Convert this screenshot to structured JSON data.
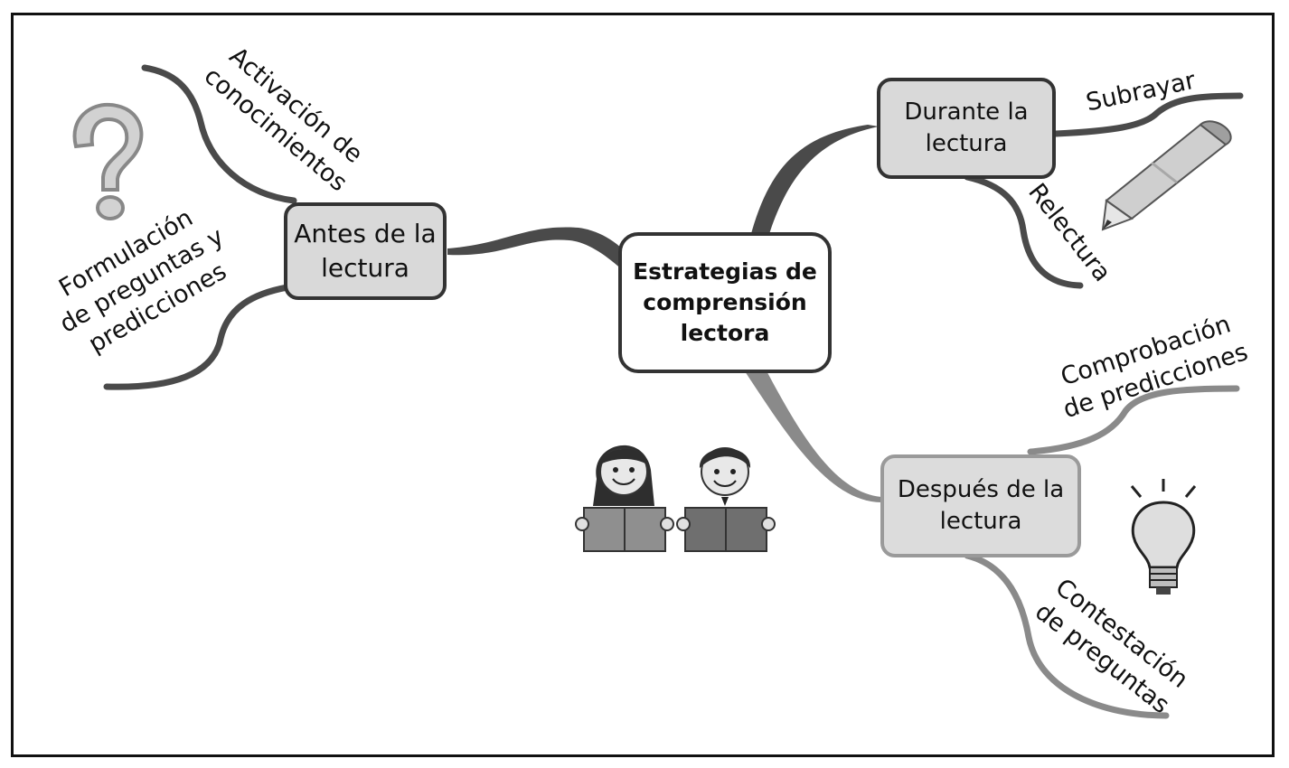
{
  "diagram": {
    "center": {
      "lines": [
        "Estrategias de",
        "comprensión",
        "lectora"
      ]
    },
    "branches": {
      "antes": {
        "title": [
          "Antes de la",
          "lectura"
        ],
        "leaves": {
          "activacion": [
            "Activación de",
            "conocimientos"
          ],
          "formulacion": [
            "Formulación",
            "de preguntas y",
            "predicciones"
          ]
        }
      },
      "durante": {
        "title": [
          "Durante la",
          "lectura"
        ],
        "leaves": {
          "subrayar": "Subrayar",
          "relectura": "Relectura"
        }
      },
      "despues": {
        "title": [
          "Después de la",
          "lectura"
        ],
        "leaves": {
          "comprobacion": [
            "Comprobación",
            "de predicciones"
          ],
          "contestacion": [
            "Contestación",
            "de preguntas"
          ]
        }
      }
    },
    "icons": [
      "question-mark-icon",
      "pencil-icon",
      "light-bulb-icon",
      "children-reading-icon"
    ],
    "colors": {
      "line": "#4a4a4a",
      "line_light": "#8a8a8a",
      "box_fill": "#d9d9d9",
      "border": "#333333"
    }
  }
}
